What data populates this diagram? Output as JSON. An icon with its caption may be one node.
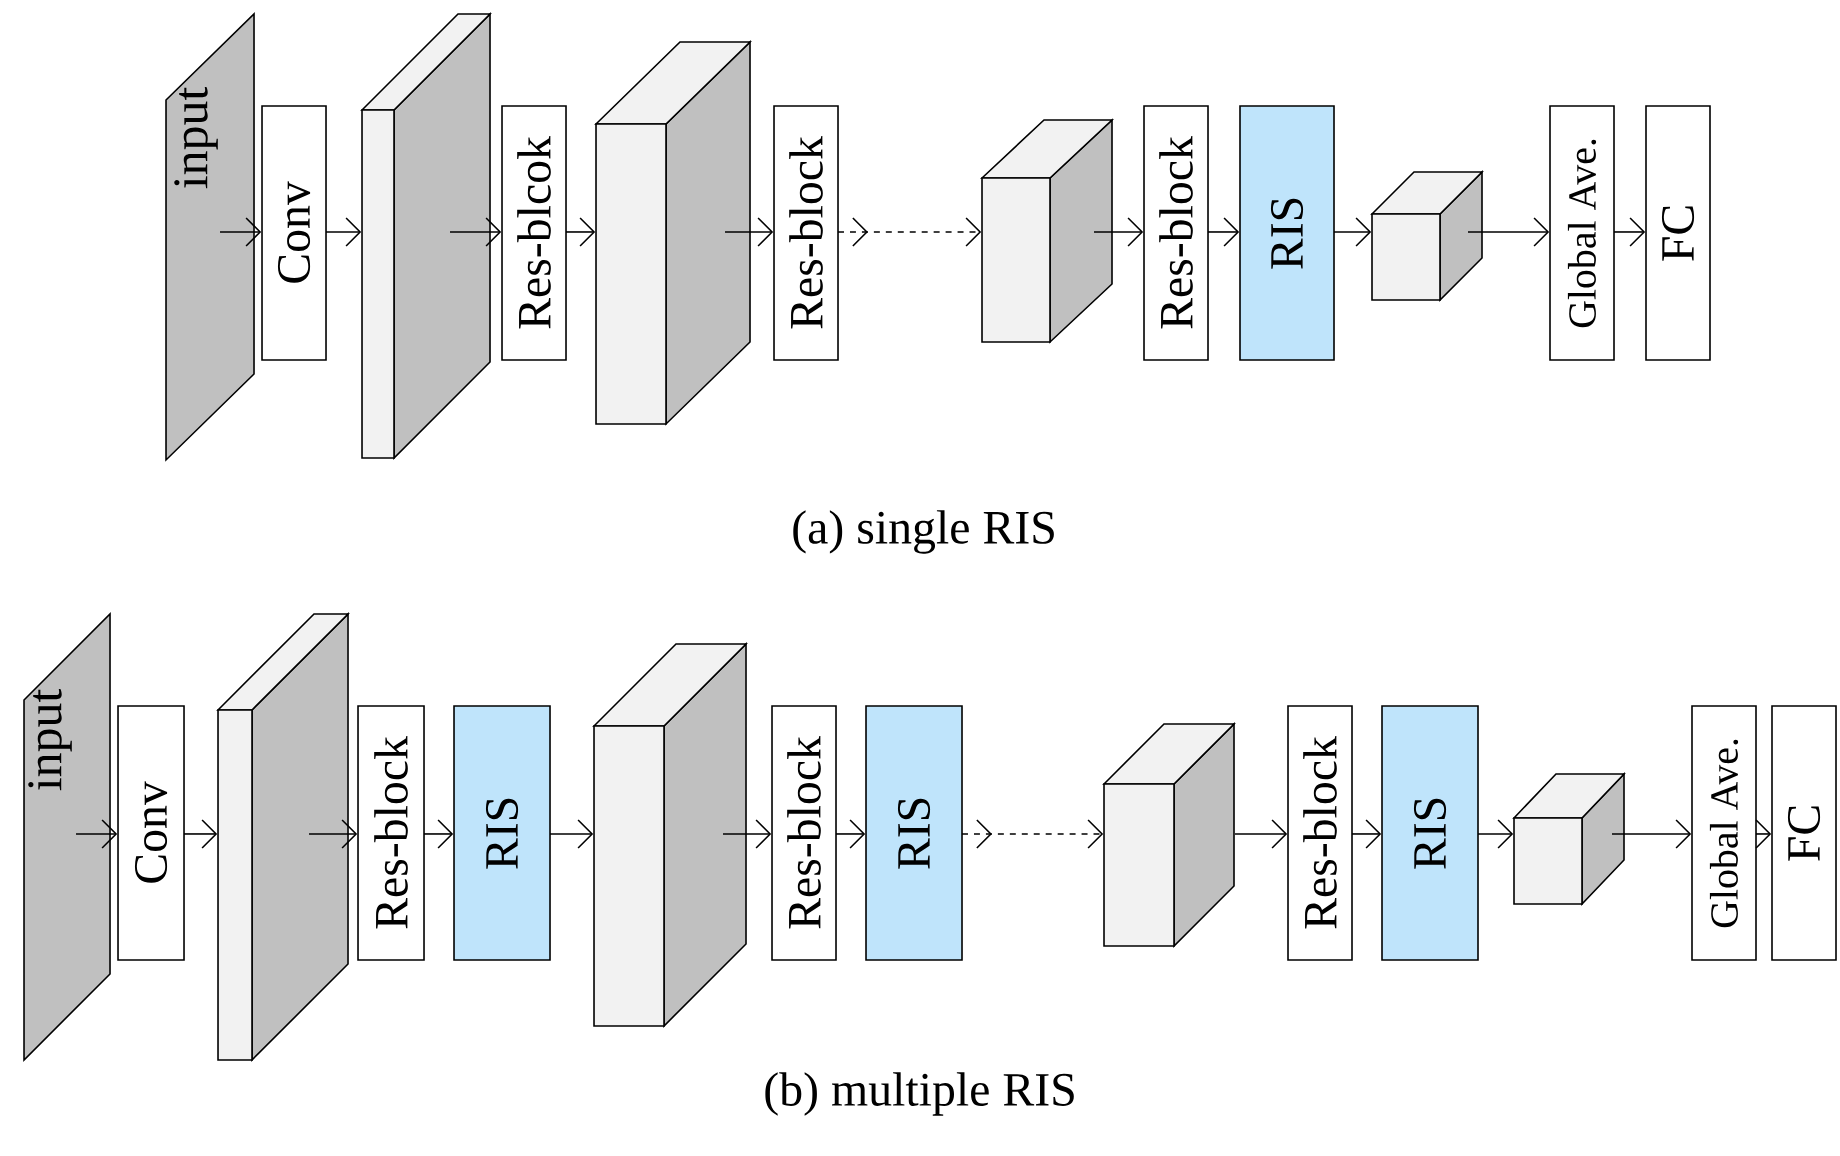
{
  "diagram": {
    "nodes": [
      {
        "text": [
          "input"
        ]
      },
      {
        "text": [
          "Conv"
        ]
      },
      {
        "text": [],
        "shape": "box"
      },
      {
        "text": [
          "Res-blcok"
        ]
      },
      {
        "text": [],
        "shape": "box"
      },
      {
        "text": [
          "Res-block"
        ]
      },
      {
        "text": [],
        "shape": "box"
      },
      {
        "text": [
          "Res-block"
        ]
      },
      {
        "text": [
          "RIS"
        ]
      },
      {
        "text": [],
        "shape": "box"
      },
      {
        "text": [
          "Global Ave."
        ]
      },
      {
        "text": [
          "FC"
        ]
      },
      {
        "text": [
          "input"
        ]
      },
      {
        "text": [
          "Conv"
        ]
      },
      {
        "text": [],
        "shape": "box"
      },
      {
        "text": [
          "Res-block"
        ]
      },
      {
        "text": [
          "RIS"
        ]
      },
      {
        "text": [],
        "shape": "box"
      },
      {
        "text": [
          "Res-block"
        ]
      },
      {
        "text": [
          "RIS"
        ]
      },
      {
        "text": [],
        "shape": "box"
      },
      {
        "text": [
          "Res-block"
        ]
      },
      {
        "text": [
          "RIS"
        ]
      },
      {
        "text": [],
        "shape": "box"
      },
      {
        "text": [
          "Global Ave."
        ]
      },
      {
        "text": [
          "FC"
        ]
      }
    ],
    "edges": [
      {
        "from": 0,
        "to": 1,
        "arrow": "to"
      },
      {
        "from": 1,
        "to": 2,
        "arrow": "to"
      },
      {
        "from": 2,
        "to": 3,
        "arrow": "to"
      },
      {
        "from": 3,
        "to": 4,
        "arrow": "to"
      },
      {
        "from": 4,
        "to": 5,
        "arrow": "to"
      },
      {
        "from": 5,
        "to": 6,
        "arrow": "to",
        "style": "dashed"
      },
      {
        "from": 6,
        "to": 7,
        "arrow": "to"
      },
      {
        "from": 7,
        "to": 8,
        "arrow": "to"
      },
      {
        "from": 8,
        "to": 9,
        "arrow": "to"
      },
      {
        "from": 9,
        "to": 10,
        "arrow": "to"
      },
      {
        "from": 10,
        "to": 11,
        "arrow": "to"
      },
      {
        "from": 12,
        "to": 13,
        "arrow": "to"
      },
      {
        "from": 13,
        "to": 14,
        "arrow": "to"
      },
      {
        "from": 14,
        "to": 15,
        "arrow": "to"
      },
      {
        "from": 15,
        "to": 16,
        "arrow": "to"
      },
      {
        "from": 16,
        "to": 17,
        "arrow": "to"
      },
      {
        "from": 17,
        "to": 18,
        "arrow": "to"
      },
      {
        "from": 18,
        "to": 19,
        "arrow": "to"
      },
      {
        "from": 19,
        "to": 20,
        "arrow": "to",
        "style": "dashed"
      },
      {
        "from": 20,
        "to": 21,
        "arrow": "to"
      },
      {
        "from": 21,
        "to": 22,
        "arrow": "to"
      },
      {
        "from": 22,
        "to": 23,
        "arrow": "to"
      },
      {
        "from": 23,
        "to": 24,
        "arrow": "to"
      },
      {
        "from": 24,
        "to": 25,
        "arrow": "to"
      }
    ],
    "labels": [
      "(a) single RIS",
      "(b) multiple RIS"
    ]
  }
}
